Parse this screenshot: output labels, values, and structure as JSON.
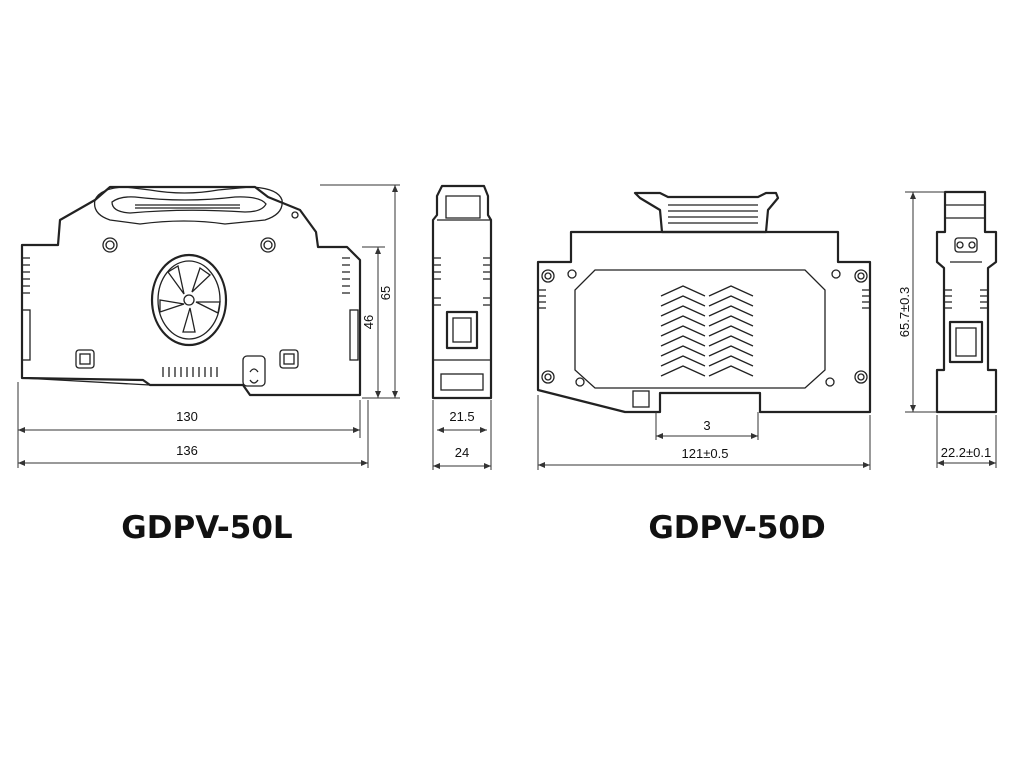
{
  "models": {
    "left": "GDPV-50L",
    "right": "GDPV-50D"
  },
  "dimensions": {
    "left_front": {
      "inner_width": "130",
      "overall_width": "136",
      "height_inner": "46",
      "height_overall": "65"
    },
    "left_side": {
      "inner_width": "21.5",
      "overall_width": "24"
    },
    "right_front": {
      "rail_gap": "3",
      "overall_width": "121±0.5"
    },
    "right_side": {
      "height": "65.7±0.3",
      "width": "22.2±0.1"
    }
  }
}
